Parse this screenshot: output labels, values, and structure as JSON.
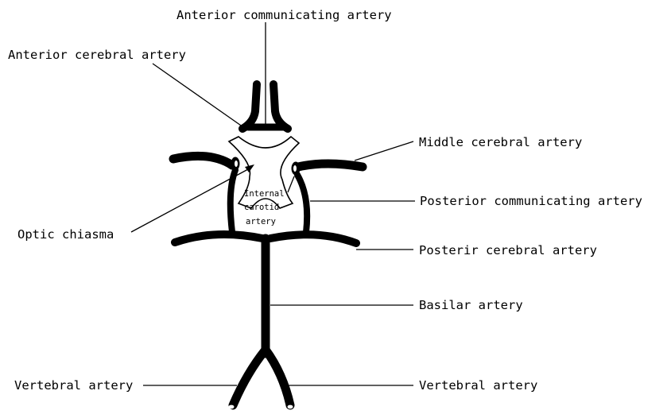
{
  "labels": {
    "anterior_communicating": "Anterior communicating artery",
    "anterior_cerebral": "Anterior cerebral artery",
    "middle_cerebral": "Middle cerebral artery",
    "posterior_communicating": "Posterior communicating artery",
    "optic_chiasma": "Optic chiasma",
    "posterior_cerebral": "Posterir cerebral artery",
    "basilar": "Basilar artery",
    "vertebral_left": "Vertebral artery",
    "vertebral_right": "Vertebral artery",
    "internal_carotid_line1": "Internal",
    "internal_carotid_line2": "carotid-",
    "internal_carotid_line3": "artery"
  }
}
